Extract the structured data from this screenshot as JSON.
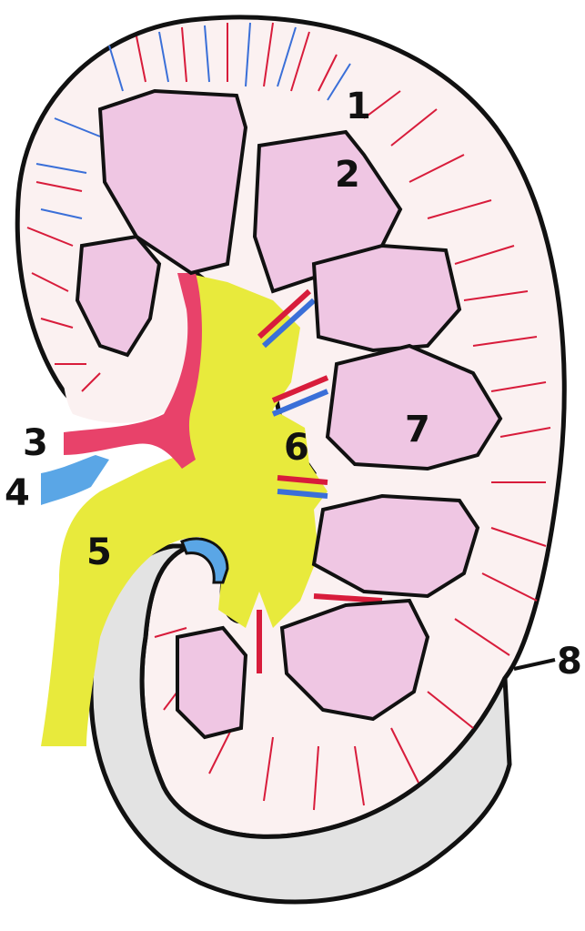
{
  "labels": {
    "l1": "1",
    "l2": "2",
    "l3": "3",
    "l4": "4",
    "l5": "5",
    "l6": "6",
    "l7": "7",
    "l8": "8"
  },
  "colors": {
    "outline": "#111111",
    "cortex_fill": "#fbf1f1",
    "pyramid_fill": "#efc6e3",
    "pelvis_yellow": "#e8ea3c",
    "artery_red": "#d81c3b",
    "vein_blue": "#3a6fd8",
    "renal_artery": "#e8426a",
    "renal_vein": "#5aa6e6",
    "capsule_shadow": "#d9d9d9"
  }
}
